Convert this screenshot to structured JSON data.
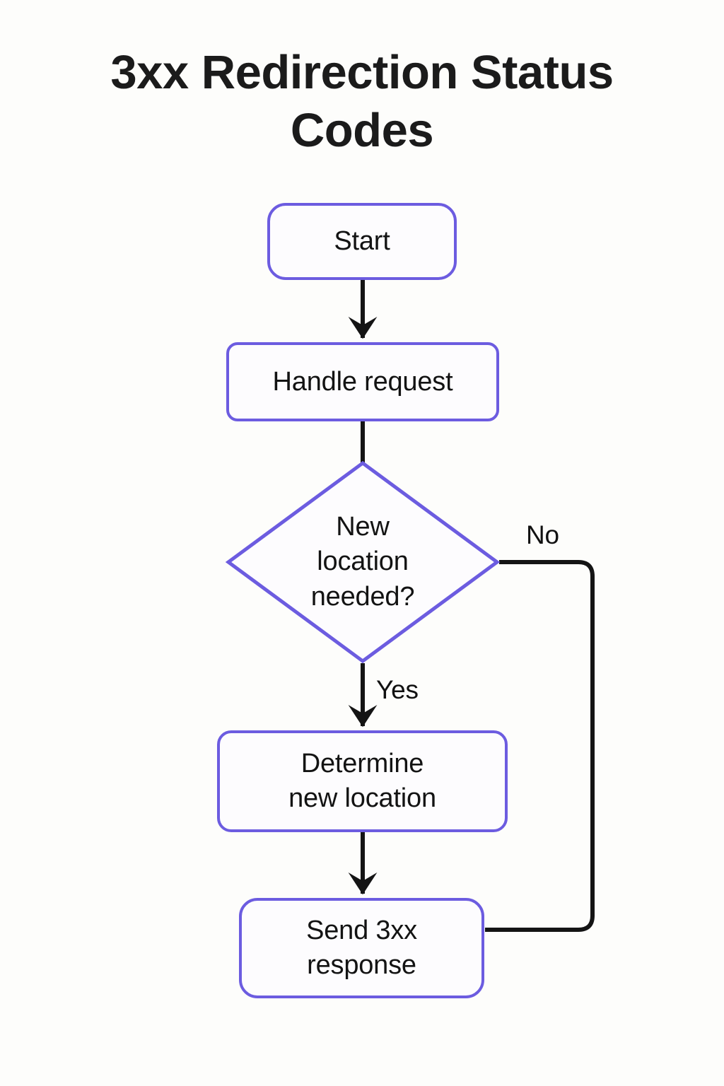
{
  "page": {
    "title": "3xx Redirection Status Codes",
    "background_color": "#fdfdfb",
    "node_border_color": "#6c5ce0",
    "node_fill_color": "#fdfcfe",
    "edge_color": "#1a1a1a",
    "text_color": "#131313"
  },
  "chart_data": {
    "type": "diagram",
    "diagram_kind": "flowchart",
    "title": "3xx Redirection Status Codes",
    "orientation": "top-to-bottom",
    "nodes": [
      {
        "id": "start",
        "label": "Start",
        "shape": "rounded-rectangle"
      },
      {
        "id": "handle",
        "label": "Handle request",
        "shape": "rounded-rectangle"
      },
      {
        "id": "decision",
        "label": "New location needed?",
        "shape": "diamond"
      },
      {
        "id": "determine",
        "label": "Determine new location",
        "shape": "rounded-rectangle"
      },
      {
        "id": "send",
        "label": "Send 3xx response",
        "shape": "rounded-rectangle"
      }
    ],
    "edges": [
      {
        "from": "start",
        "to": "handle",
        "label": "",
        "arrow": true
      },
      {
        "from": "handle",
        "to": "decision",
        "label": "",
        "arrow": false
      },
      {
        "from": "decision",
        "to": "determine",
        "label": "Yes",
        "arrow": true
      },
      {
        "from": "decision",
        "to": "send",
        "label": "No",
        "arrow": false,
        "routing": "right-then-down-then-left"
      },
      {
        "from": "determine",
        "to": "send",
        "label": "",
        "arrow": true
      }
    ]
  },
  "nodes": {
    "start": {
      "label": "Start"
    },
    "handle": {
      "label": "Handle request"
    },
    "decision": {
      "line1": "New",
      "line2": "location",
      "line3": "needed?"
    },
    "determine": {
      "line1": "Determine",
      "line2": "new location"
    },
    "send": {
      "line1": "Send 3xx",
      "line2": "response"
    }
  },
  "labels": {
    "yes": "Yes",
    "no": "No"
  }
}
